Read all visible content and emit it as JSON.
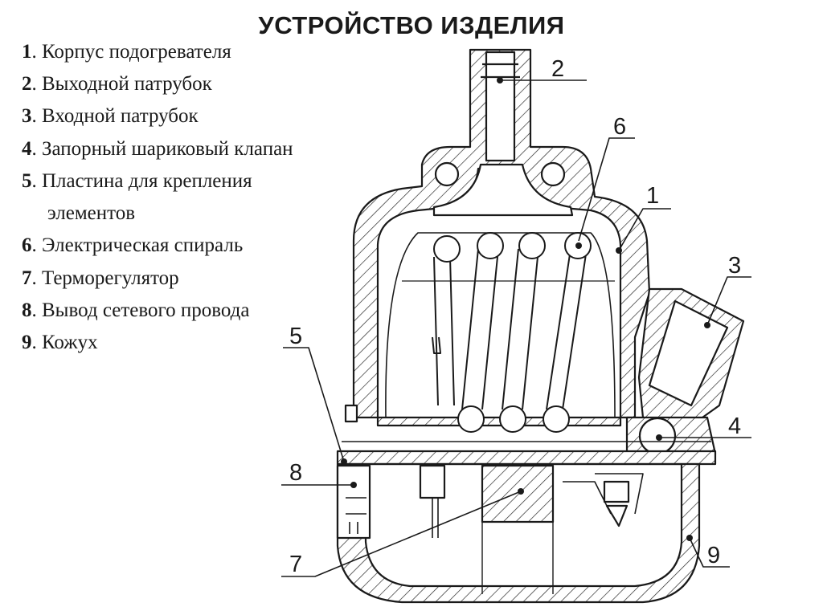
{
  "title": "УСТРОЙСТВО ИЗДЕЛИЯ",
  "legend": [
    {
      "num": "1",
      "sep": ".",
      "text": " Корпус подогревателя"
    },
    {
      "num": "2",
      "sep": ".",
      "text": " Выходной патрубок"
    },
    {
      "num": "3",
      "sep": ".",
      "text": " Входной патрубок"
    },
    {
      "num": "4",
      "sep": ".",
      "text": " Запорный шариковый клапан"
    },
    {
      "num": "5",
      "sep": ".",
      "text": " Пластина для крепления"
    },
    {
      "num": "",
      "sep": "",
      "text": "элементов"
    },
    {
      "num": "6",
      "sep": ".",
      "text": " Электрическая спираль"
    },
    {
      "num": "7",
      "sep": ".",
      "text": " Терморегулятор"
    },
    {
      "num": "8",
      "sep": ".",
      "text": " Вывод сетевого провода"
    },
    {
      "num": "9",
      "sep": ".",
      "text": " Кожух"
    }
  ],
  "callouts": {
    "c1": "1",
    "c2": "2",
    "c3": "3",
    "c4": "4",
    "c5": "5",
    "c6": "6",
    "c7": "7",
    "c8": "8",
    "c9": "9"
  }
}
